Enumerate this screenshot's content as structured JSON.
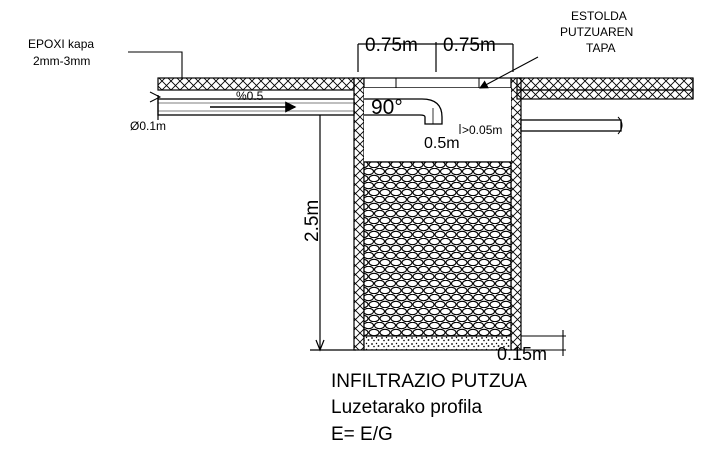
{
  "labels": {
    "epoxi_line1": "EPOXI kapa",
    "epoxi_line2": "2mm-3mm",
    "estolda_line1": "ESTOLDA",
    "estolda_line2": "PUTZUAREN",
    "estolda_line3": "TAPA",
    "dim_left": "0.75m",
    "dim_right": "0.75m",
    "slope": "%0.5",
    "angle": "90°",
    "pipe_diameter": "Ø0.1m",
    "pipe_drop": "0.5m",
    "outlet_gap": ">0.05m",
    "depth": "2.5m",
    "base_thickness": "0.15m"
  },
  "title": {
    "line1": "INFILTRAZIO PUTZUA",
    "line2": "Luzetarako profila",
    "line3": "E= E/G"
  },
  "colors": {
    "ink": "#000000",
    "paper": "#ffffff"
  }
}
